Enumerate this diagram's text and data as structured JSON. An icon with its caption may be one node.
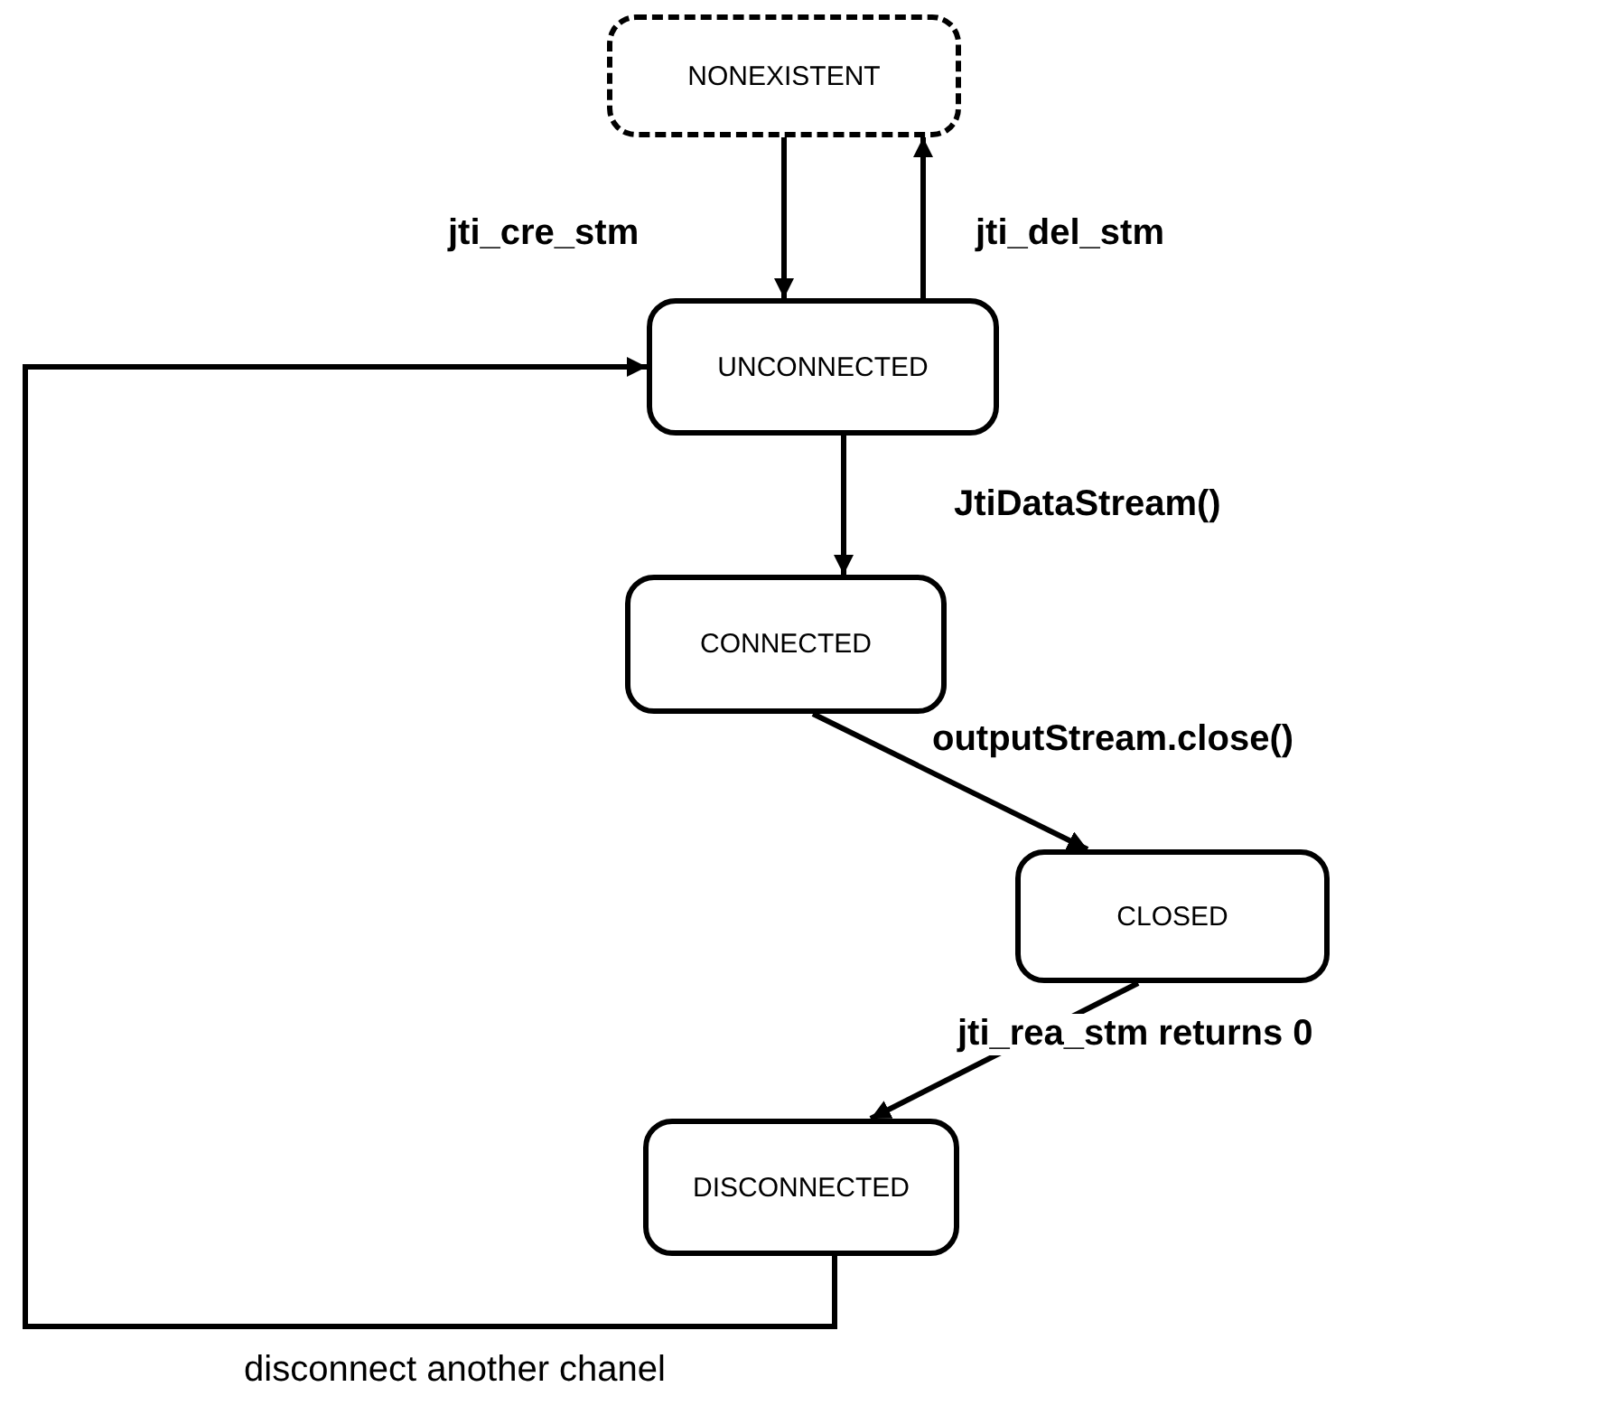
{
  "diagram": {
    "nodes": [
      {
        "text": [
          "NONEXISTENT"
        ]
      },
      {
        "text": [
          "UNCONNECTED"
        ]
      },
      {
        "text": [
          "CONNECTED"
        ]
      },
      {
        "text": [
          "CLOSED"
        ]
      },
      {
        "text": [
          "DISCONNECTED"
        ]
      }
    ],
    "edges": [
      {
        "from": 0,
        "to": 1,
        "arrow": "to",
        "label": "jti_cre_stm"
      },
      {
        "from": 1,
        "to": 0,
        "arrow": "to",
        "label": "jti_del_stm"
      },
      {
        "from": 1,
        "to": 2,
        "arrow": "to",
        "label": "JtiDataStream()"
      },
      {
        "from": 2,
        "to": 3,
        "arrow": "to",
        "label": "outputStream.close()"
      },
      {
        "from": 3,
        "to": 4,
        "arrow": "to",
        "label": "jti_rea_stm returns 0"
      },
      {
        "from": 4,
        "to": 1,
        "arrow": "to",
        "label": "disconnect another chanel"
      }
    ]
  }
}
